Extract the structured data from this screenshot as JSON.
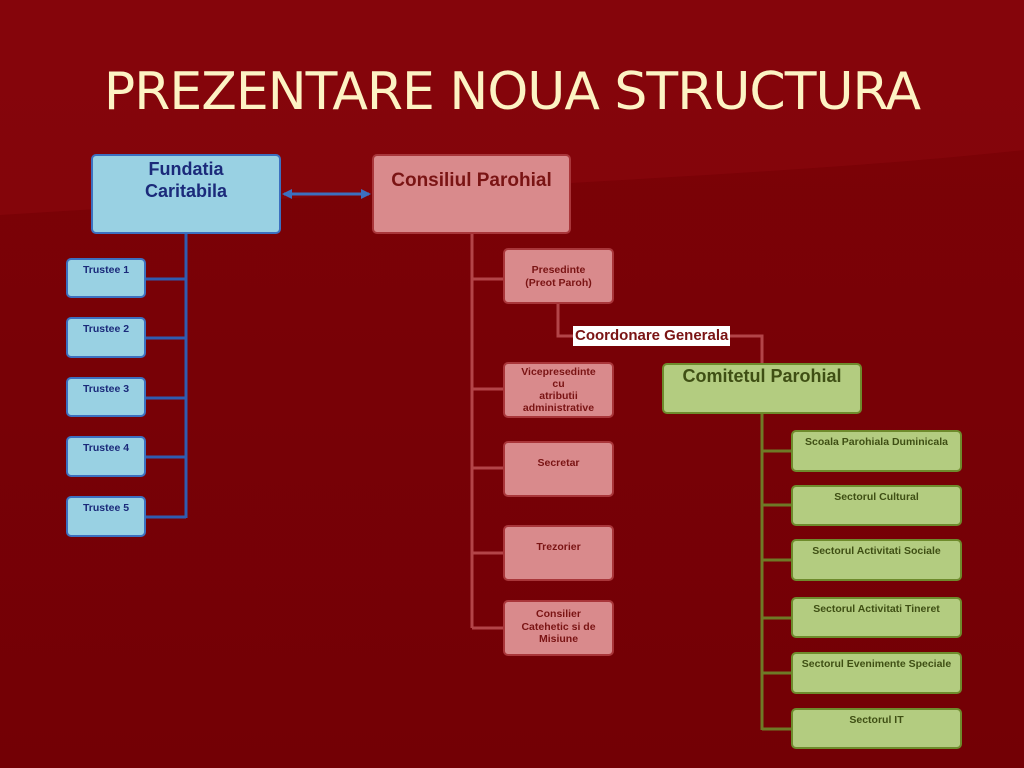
{
  "title": "PREZENTARE NOUA STRUCTURA",
  "colors": {
    "background": "#7a0006",
    "title_text": "#fdf3c4",
    "blue_fill": "#99d1e3",
    "blue_line": "#3c70c0",
    "pink_fill": "#d98a8c",
    "pink_line": "#a9363a",
    "green_fill": "#b3cc80",
    "green_line": "#6e8b2c"
  },
  "fundatia": {
    "label_line1": "Fundatia",
    "label_line2": "Caritabila",
    "trustees": [
      "Trustee 1",
      "Trustee 2",
      "Trustee 3",
      "Trustee 4",
      "Trustee 5"
    ]
  },
  "consiliul": {
    "label": "Consiliul Parohial",
    "presedinte_line1": "Presedinte",
    "presedinte_line2": "(Preot Paroh)",
    "vice_line1": "Vicepresedinte",
    "vice_line2": "cu",
    "vice_line3": "atributii",
    "vice_line4": "administrative",
    "secretar": "Secretar",
    "trezorier": "Trezorier",
    "consilier_line1": "Consilier",
    "consilier_line2": "Catehetic si de",
    "consilier_line3": "Misiune"
  },
  "coordonare": "Coordonare Generala",
  "comitetul": {
    "label": "Comitetul Parohial",
    "sectors": [
      "Scoala Parohiala Duminicala",
      "Sectorul Cultural",
      "Sectorul Activitati Sociale",
      "Sectorul Activitati Tineret",
      "Sectorul Evenimente Speciale",
      "Sectorul IT"
    ]
  }
}
